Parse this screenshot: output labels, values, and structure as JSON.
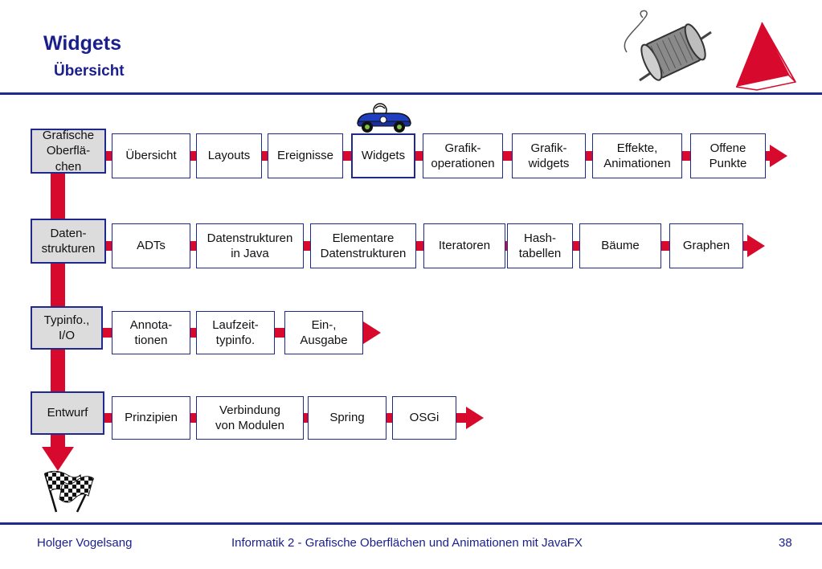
{
  "header": {
    "title": "Widgets",
    "subtitle": "Übersicht"
  },
  "lanes": [
    {
      "category": "Grafische\nOberflä-\nchen",
      "items": [
        "Übersicht",
        "Layouts",
        "Ereignisse",
        "Widgets",
        "Grafik-\noperationen",
        "Grafik-\nwidgets",
        "Effekte,\nAnimationen",
        "Offene\nPunkte"
      ]
    },
    {
      "category": "Daten-\nstrukturen",
      "items": [
        "ADTs",
        "Datenstrukturen\nin Java",
        "Elementare\nDatenstrukturen",
        "Iteratoren",
        "Hash-\ntabellen",
        "Bäume",
        "Graphen"
      ]
    },
    {
      "category": "Typinfo.,\nI/O",
      "items": [
        "Annota-\ntionen",
        "Laufzeit-\ntypinfo.",
        "Ein-,\nAusgabe"
      ]
    },
    {
      "category": "Entwurf",
      "items": [
        "Prinzipien",
        "Verbindung\nvon Modulen",
        "Spring",
        "OSGi"
      ]
    }
  ],
  "current_item": "Widgets",
  "icons": [
    "thread-spool-icon",
    "red-tent-logo-icon",
    "race-car-icon",
    "checkered-flags-icon"
  ],
  "colors": {
    "accent_red": "#d70a2e",
    "brand_blue": "#1f2a8c",
    "pink_band": "#f4c9d0",
    "category_fill": "#dcdcdc"
  },
  "footer": {
    "author": "Holger Vogelsang",
    "course": "Informatik 2 - Grafische Oberflächen und Animationen mit JavaFX",
    "page": "38"
  }
}
